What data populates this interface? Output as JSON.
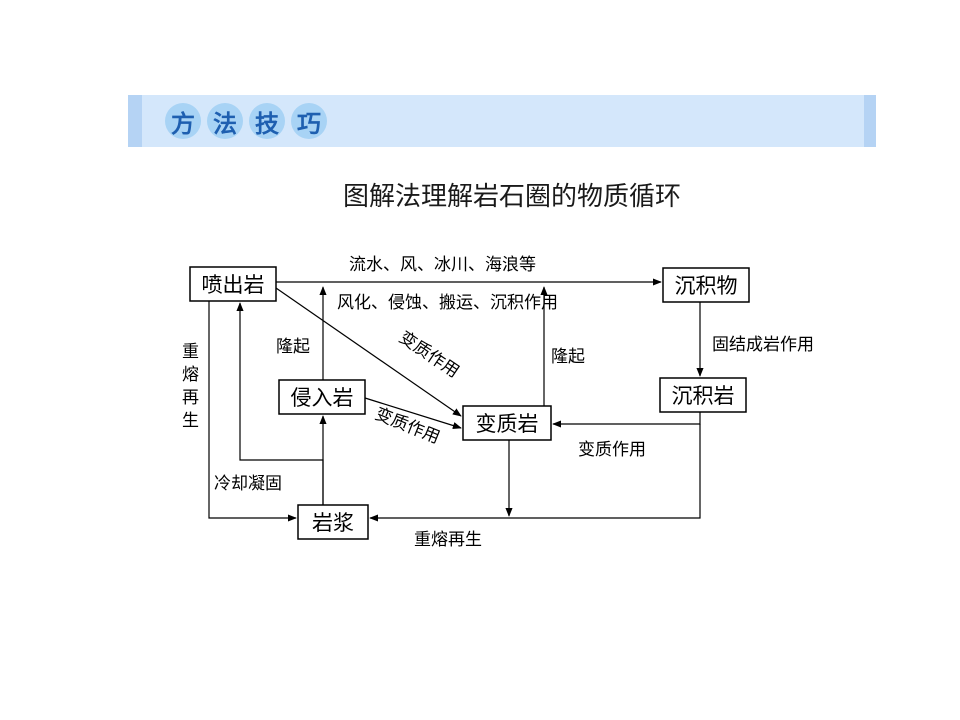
{
  "header": {
    "badges": [
      "方",
      "法",
      "技",
      "巧"
    ]
  },
  "title": "图解法理解岩石圈的物质循环",
  "nodes": {
    "extrusive": "喷出岩",
    "sediment": "沉积物",
    "intrusive": "侵入岩",
    "metamorphic": "变质岩",
    "sedimentary": "沉积岩",
    "magma": "岩浆"
  },
  "labels": {
    "top_arrow": "流水、风、冰川、海浪等",
    "weathering": "风化、侵蚀、搬运、沉积作用",
    "uplift_left": "隆起",
    "uplift_right": "隆起",
    "meta_from_extrusive": "变质作用",
    "meta_from_intrusive": "变质作用",
    "meta_from_sedimentary": "变质作用",
    "consolidation": "固结成岩作用",
    "remelt_left": "重熔再生",
    "remelt_bottom": "重熔再生",
    "cooling": "冷却凝固"
  }
}
